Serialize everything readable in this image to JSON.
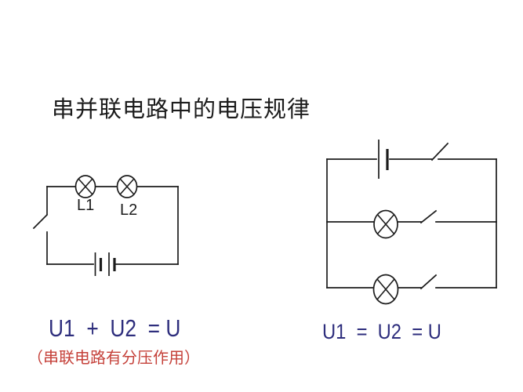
{
  "slide": {
    "title": "串并联电路中的电压规律"
  },
  "series_section": {
    "lamp1_label": "L1",
    "lamp2_label": "L2",
    "formula": "U1  +  U2  = U",
    "note": "（串联电路有分压作用）"
  },
  "parallel_section": {
    "formula": "U1  =  U2  = U"
  },
  "colors": {
    "background": "#ffffff",
    "line": "#1c1c1c",
    "formula_blue": "#2e2e7d",
    "note_red": "#c5413a"
  }
}
